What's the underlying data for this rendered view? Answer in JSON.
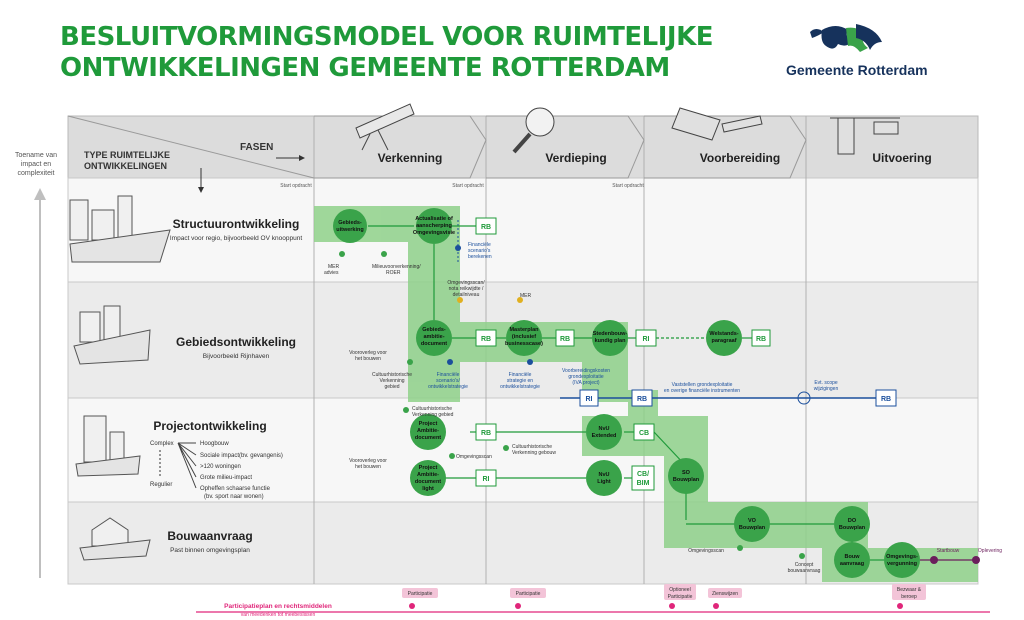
{
  "title": {
    "line1": "BESLUITVORMINGSMODEL VOOR RUIMTELIJKE",
    "line2": "ONTWIKKELINGEN GEMEENTE ROTTERDAM"
  },
  "logo": {
    "text": "Gemeente Rotterdam"
  },
  "axis": {
    "label_lines": [
      "Toename van",
      "impact en",
      "complexiteit"
    ]
  },
  "header": {
    "type_label_lines": [
      "TYPE RUIMTELIJKE",
      "ONTWIKKELINGEN"
    ],
    "phases_label": "FASEN",
    "phases": [
      "Verkenning",
      "Verdieping",
      "Voorbereiding",
      "Uitvoering"
    ],
    "start_opdracht": "Start opdracht"
  },
  "rows": [
    {
      "title": "Structuurontwikkeling",
      "subtitle": "Impact voor regio, bijvoorbeeld OV knooppunt"
    },
    {
      "title": "Gebiedsontwikkeling",
      "subtitle": "Bijvoorbeeld Rijnhaven"
    },
    {
      "title": "Projectontwikkeling",
      "subtitle": ""
    },
    {
      "title": "Bouwaanvraag",
      "subtitle": "Past binnen omgevingsplan"
    }
  ],
  "complexity": {
    "complex": "Complex",
    "regulier": "Regulier",
    "items": [
      "Hoogbouw",
      "Sociale impact(bv. gevangenis)",
      ">120 woningen",
      "Grote milieu-impact",
      "Opheffen schaarse functie",
      "(bv. sport naar wonen)"
    ]
  },
  "nodes": {
    "gebiedsuitwerking": [
      "Gebieds-",
      "uitwerking"
    ],
    "actualisatie": [
      "Actualisatie of",
      "aanscherping",
      "Omgevingsvisie"
    ],
    "gebiedsambitie": [
      "Gebieds-",
      "ambitie-",
      "document"
    ],
    "masterplan": [
      "Masterplan",
      "(inclusief",
      "businesscase)"
    ],
    "stedenbouwkundig": [
      "Stedenbouw-",
      "kundig plan"
    ],
    "welstandsparagraaf": [
      "Welstands-",
      "paragraaf"
    ],
    "project_ambitie": [
      "Project",
      "Ambitie-",
      "document"
    ],
    "project_ambitie_light": [
      "Project",
      "Ambitie-",
      "document",
      "light"
    ],
    "nvu_extended": [
      "NvU",
      "Extended"
    ],
    "nvu_light": [
      "NvU",
      "Light"
    ],
    "so_bouwplan": [
      "SO",
      "Bouwplan"
    ],
    "vo_bouwplan": [
      "VO",
      "Bouwplan"
    ],
    "do_bouwplan": [
      "DO",
      "Bouwplan"
    ],
    "bouwaanvraag": [
      "Bouw",
      "aanvraag"
    ],
    "omgevingsvergunning": [
      "Omgevings-",
      "vergunning"
    ]
  },
  "boxes": {
    "rb": "RB",
    "ri": "RI",
    "cb": "CB",
    "cb_bim": [
      "CB/",
      "BIM"
    ]
  },
  "annotations": {
    "mer_advies": [
      "MER",
      "advies"
    ],
    "milieu": [
      "Milieuvoorverkenning/",
      "ROER"
    ],
    "financiele1": [
      "Financiële",
      "scenario's",
      "berekenen"
    ],
    "omgevingsscan_nota": [
      "Omgevingsscan/",
      "nota reikwijdte /",
      "detailniveau"
    ],
    "mer": "MER",
    "cultuur_verkenning": [
      "Cultuurhistorische",
      "Verkenning",
      "gebied"
    ],
    "financiele2": [
      "Financiële",
      "scenario's/",
      "ontwikkelstrategie"
    ],
    "financiele3": [
      "Financiële",
      "strategie en",
      "ontwikkelstrategie"
    ],
    "voorbereidingskosten": [
      "Voorbereidingskosten",
      "grondexploitatie",
      "(IVA project)"
    ],
    "vaststellen": [
      "Vaststellen grondexploitatie",
      "en overige financiële instrumenten"
    ],
    "evt_scope": [
      "Evt. scope",
      "wijzigingen"
    ],
    "cultuur_verkenning_proj": [
      "Cultuurhistorische",
      "Verkenning gebied"
    ],
    "omgevingsscan": "Omgevingsscan",
    "cultuur_gebouw": [
      "Cultuurhistorische",
      "Verkenning gebouw"
    ],
    "vooroverleg": [
      "Vooroverleg voor",
      "het bouwen"
    ],
    "omgevingsscan2": "Omgevingsscan",
    "concept_bouwaanvraag": [
      "Concept",
      "bouwaanvraag"
    ],
    "startbouw": "Startbouw",
    "oplevering": "Oplevering"
  },
  "participation": {
    "title": "Participatieplan en rechtsmiddelen",
    "subtitle": "van meedenken tot meebeslissen",
    "tags": [
      "Participatie",
      "Participatie",
      "Optioneel",
      "Participatie",
      "Zienswijzen",
      "Bezwaar &",
      "beroep"
    ]
  },
  "colors": {
    "green": "#1f9a3a",
    "node_green": "#3aa34a",
    "band_green": "#8fd18a",
    "blue": "#1b4f9c",
    "magenta": "#e0267a",
    "purple": "#6b1e5c",
    "grey_band": "#dadada",
    "row_alt": "#eeeeee"
  }
}
